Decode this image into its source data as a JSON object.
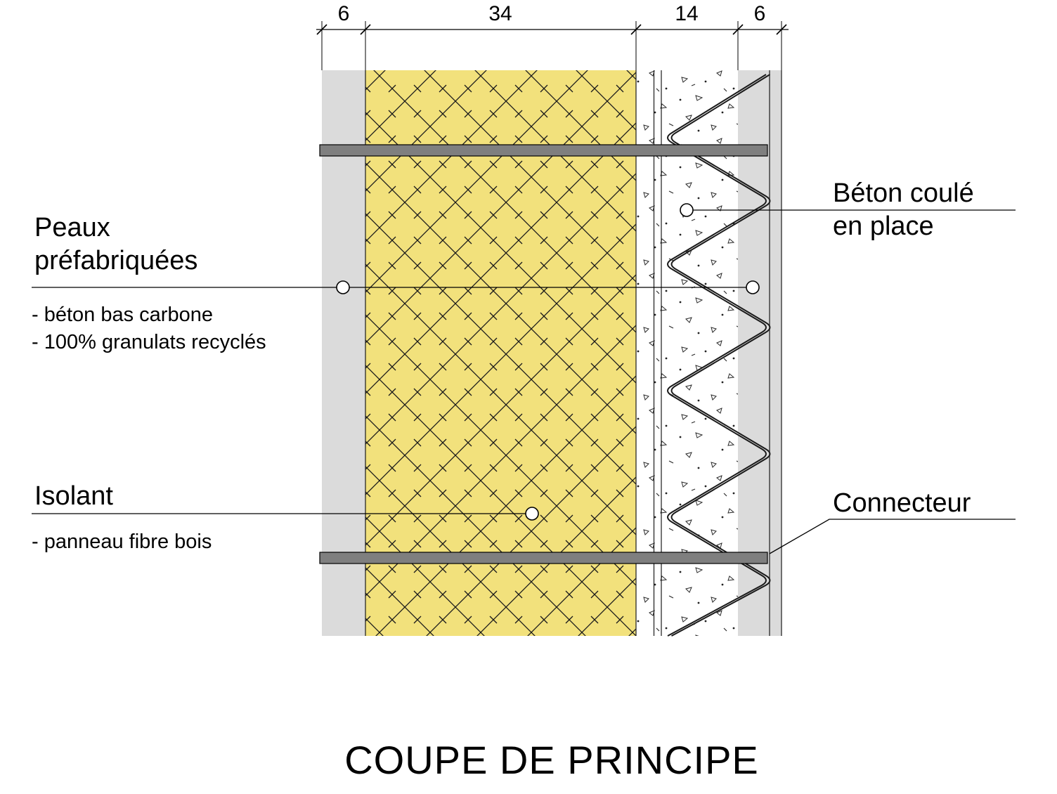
{
  "title": "COUPE DE PRINCIPE",
  "dimension_line": {
    "segments": [
      {
        "label": "6"
      },
      {
        "label": "34"
      },
      {
        "label": "14"
      },
      {
        "label": "6"
      }
    ]
  },
  "annotations": {
    "peaux_prefabriquees": {
      "heading_line1": "Peaux",
      "heading_line2": "préfabriquées",
      "details": [
        "- béton bas carbone",
        "- 100% granulats recyclés"
      ]
    },
    "beton_coule": {
      "heading_line1": "Béton coulé",
      "heading_line2": "en place"
    },
    "isolant": {
      "heading": "Isolant",
      "details": [
        "- panneau fibre bois"
      ]
    },
    "connecteur": {
      "heading": "Connecteur"
    }
  },
  "materials": {
    "insulation_color": "#F2E17C",
    "skin_color": "#DBDBDB",
    "slab_color": "#7F7F7F",
    "line_color": "#000000"
  }
}
